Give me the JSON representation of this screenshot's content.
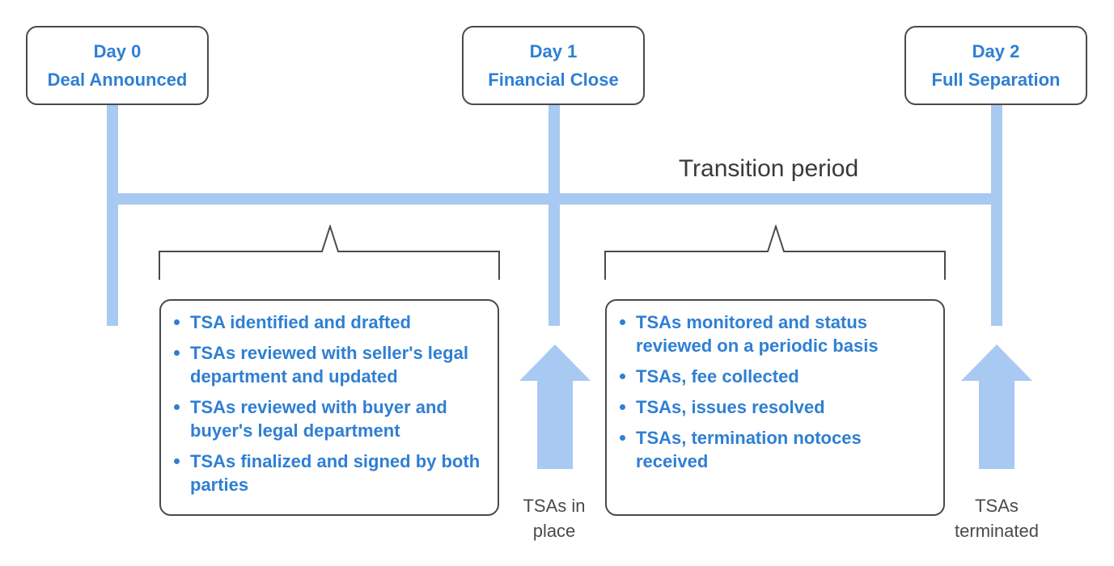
{
  "milestones": [
    {
      "day": "Day 0",
      "label": "Deal Announced"
    },
    {
      "day": "Day 1",
      "label": "Financial Close"
    },
    {
      "day": "Day 2",
      "label": "Full Separation"
    }
  ],
  "transition_label": "Transition period",
  "left_box": {
    "items": [
      "TSA identified  and drafted",
      "TSAs reviewed with seller's legal department and updated",
      "TSAs reviewed with buyer and buyer's legal department",
      "TSAs finalized and signed by both parties"
    ]
  },
  "right_box": {
    "items": [
      "TSAs monitored and status reviewed on a periodic basis",
      "TSAs, fee collected",
      "TSAs, issues resolved",
      "TSAs, termination notoces received"
    ]
  },
  "arrows": [
    {
      "line1": "TSAs in",
      "line2": "place"
    },
    {
      "line1": "TSAs",
      "line2": "terminated"
    }
  ],
  "colors": {
    "bar": "#a8c9f2",
    "text_blue": "#2f7fd3",
    "border": "#4a4a4a"
  }
}
